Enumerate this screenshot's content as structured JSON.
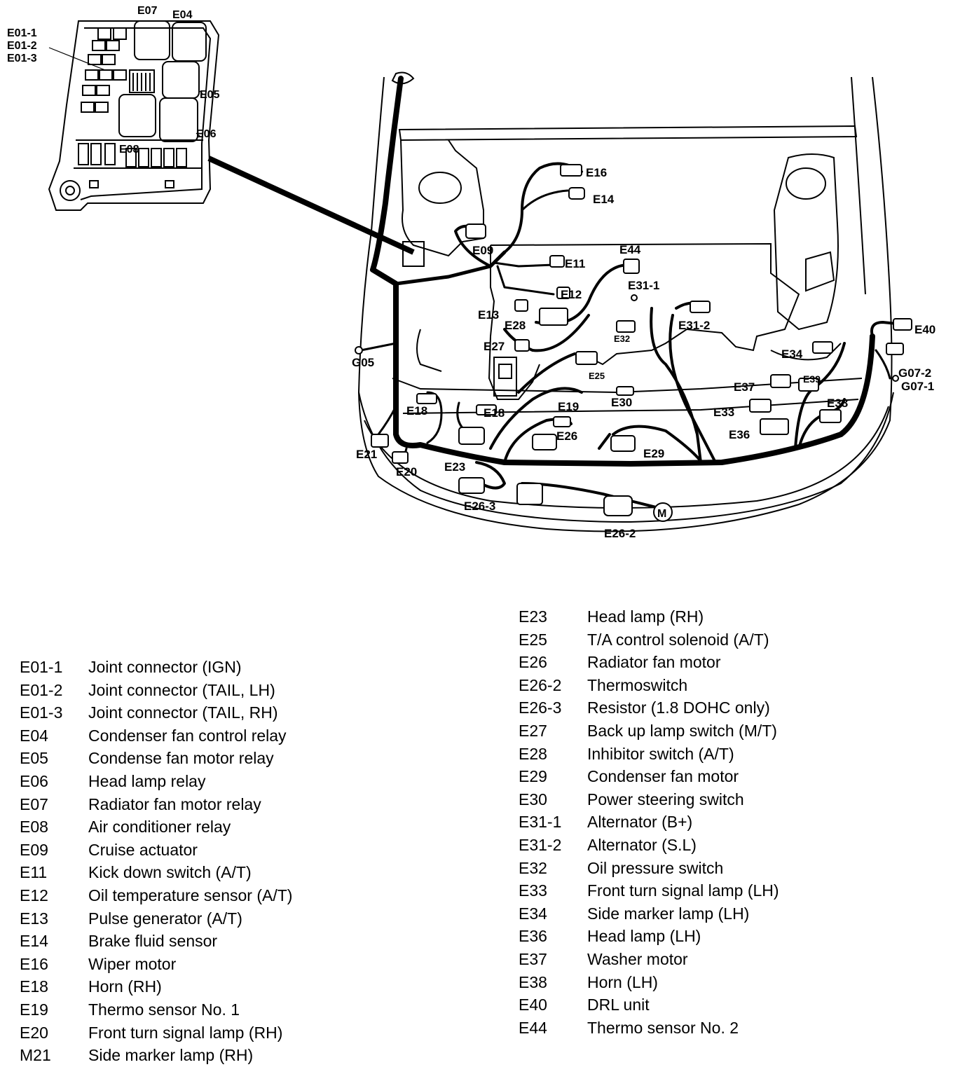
{
  "diagram": {
    "labels": [
      {
        "id": "E01-1",
        "text": "E01-1"
      },
      {
        "id": "E01-2",
        "text": "E01-2"
      },
      {
        "id": "E01-3",
        "text": "E01-3"
      },
      {
        "id": "E07",
        "text": "E07"
      },
      {
        "id": "E04",
        "text": "E04"
      },
      {
        "id": "E05",
        "text": "E05"
      },
      {
        "id": "E06",
        "text": "E06"
      },
      {
        "id": "E08",
        "text": "E08"
      },
      {
        "id": "E16",
        "text": "E16"
      },
      {
        "id": "E14",
        "text": "E14"
      },
      {
        "id": "E09",
        "text": "E09"
      },
      {
        "id": "E11",
        "text": "E11"
      },
      {
        "id": "E44",
        "text": "E44"
      },
      {
        "id": "E31-1",
        "text": "E31-1"
      },
      {
        "id": "E12",
        "text": "E12"
      },
      {
        "id": "E13",
        "text": "E13"
      },
      {
        "id": "E28",
        "text": "E28"
      },
      {
        "id": "E31-2",
        "text": "E31-2"
      },
      {
        "id": "E32",
        "text": "E32"
      },
      {
        "id": "E27",
        "text": "E27"
      },
      {
        "id": "E40",
        "text": "E40"
      },
      {
        "id": "E34",
        "text": "E34"
      },
      {
        "id": "G05",
        "text": "G05"
      },
      {
        "id": "E25",
        "text": "E25"
      },
      {
        "id": "G07-2",
        "text": "G07-2"
      },
      {
        "id": "G07-1",
        "text": "G07-1"
      },
      {
        "id": "E37",
        "text": "E37"
      },
      {
        "id": "E39",
        "text": "E39"
      },
      {
        "id": "E18a",
        "text": "E18"
      },
      {
        "id": "E18b",
        "text": "E18"
      },
      {
        "id": "E19",
        "text": "E19"
      },
      {
        "id": "E30",
        "text": "E30"
      },
      {
        "id": "E33",
        "text": "E33"
      },
      {
        "id": "E38",
        "text": "E38"
      },
      {
        "id": "E26",
        "text": "E26"
      },
      {
        "id": "E36",
        "text": "E36"
      },
      {
        "id": "E21",
        "text": "E21"
      },
      {
        "id": "E29",
        "text": "E29"
      },
      {
        "id": "E20",
        "text": "E20"
      },
      {
        "id": "E23",
        "text": "E23"
      },
      {
        "id": "E26-3",
        "text": "E26-3"
      },
      {
        "id": "E26-2",
        "text": "E26-2"
      },
      {
        "id": "M",
        "text": "M"
      }
    ]
  },
  "legend_left": [
    {
      "code": "E01-1",
      "desc": "Joint connector (IGN)"
    },
    {
      "code": "E01-2",
      "desc": "Joint connector (TAIL, LH)"
    },
    {
      "code": "E01-3",
      "desc": "Joint connector (TAIL, RH)"
    },
    {
      "code": "E04",
      "desc": "Condenser fan control relay"
    },
    {
      "code": "E05",
      "desc": "Condense fan motor relay"
    },
    {
      "code": "E06",
      "desc": "Head lamp relay"
    },
    {
      "code": "E07",
      "desc": "Radiator fan motor relay"
    },
    {
      "code": "E08",
      "desc": "Air conditioner relay"
    },
    {
      "code": "E09",
      "desc": "Cruise  actuator"
    },
    {
      "code": "E11",
      "desc": "Kick down switch (A/T)"
    },
    {
      "code": "E12",
      "desc": "Oil temperature sensor (A/T)"
    },
    {
      "code": "E13",
      "desc": "Pulse generator (A/T)"
    },
    {
      "code": "E14",
      "desc": "Brake fluid sensor"
    },
    {
      "code": "E16",
      "desc": "Wiper motor"
    },
    {
      "code": "E18",
      "desc": "Horn (RH)"
    },
    {
      "code": "E19",
      "desc": "Thermo sensor No. 1"
    },
    {
      "code": "E20",
      "desc": "Front turn signal lamp (RH)"
    },
    {
      "code": "M21",
      "desc": "Side marker lamp (RH)"
    }
  ],
  "legend_right": [
    {
      "code": "E23",
      "desc": "Head lamp (RH)"
    },
    {
      "code": "E25",
      "desc": "T/A control solenoid (A/T)"
    },
    {
      "code": "E26",
      "desc": "Radiator fan motor"
    },
    {
      "code": "E26-2",
      "desc": "Thermoswitch"
    },
    {
      "code": "E26-3",
      "desc": "Resistor (1.8 DOHC only)"
    },
    {
      "code": "E27",
      "desc": "Back up lamp switch (M/T)"
    },
    {
      "code": "E28",
      "desc": "Inhibitor switch (A/T)"
    },
    {
      "code": "E29",
      "desc": "Condenser fan motor"
    },
    {
      "code": "E30",
      "desc": "Power steering switch"
    },
    {
      "code": "E31-1",
      "desc": "Alternator (B+)"
    },
    {
      "code": "E31-2",
      "desc": "Alternator (S.L)"
    },
    {
      "code": "E32",
      "desc": "Oil pressure switch"
    },
    {
      "code": "E33",
      "desc": "Front turn signal lamp (LH)"
    },
    {
      "code": "E34",
      "desc": "Side marker lamp (LH)"
    },
    {
      "code": "E36",
      "desc": "Head lamp (LH)"
    },
    {
      "code": "E37",
      "desc": "Washer motor"
    },
    {
      "code": "E38",
      "desc": "Horn (LH)"
    },
    {
      "code": "E40",
      "desc": "DRL unit"
    },
    {
      "code": "E44",
      "desc": "Thermo sensor No. 2"
    }
  ]
}
